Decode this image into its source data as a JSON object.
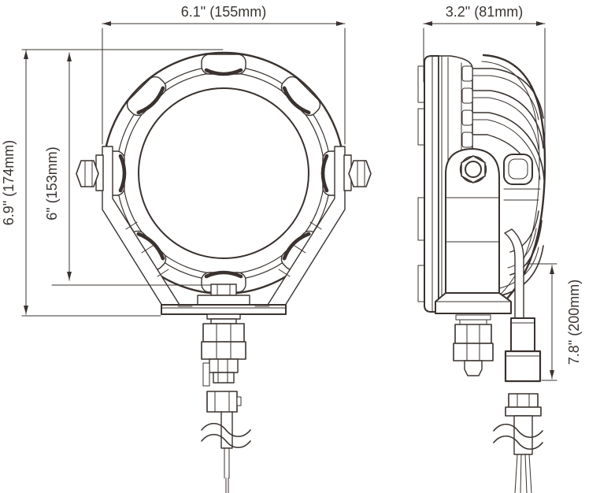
{
  "drawing": {
    "description": "Two-view technical dimension drawing of a round LED driving light with U-shaped mounting bracket, mounting stud with hex nuts, and wiring pigtail with connector",
    "background_color": "#ffffff",
    "line_color": "#3a322e",
    "text_color": "#3a3430",
    "views": {
      "front": "front view",
      "side": "side view"
    },
    "dimensions": {
      "front_width": {
        "inches": "6.1\"",
        "millimeters": "155mm",
        "label": "6.1\" (155mm)"
      },
      "front_overall_height": {
        "inches": "6.9\"",
        "millimeters": "174mm",
        "label": "6.9\" (174mm)"
      },
      "front_body_height": {
        "inches": "6\"",
        "millimeters": "153mm",
        "label": "6\" (153mm)"
      },
      "side_depth": {
        "inches": "3.2\"",
        "millimeters": "81mm",
        "label": "3.2\" (81mm)"
      },
      "side_cable_length": {
        "inches": "7.8\"",
        "millimeters": "200mm",
        "label": "7.8\" (200mm)"
      }
    }
  }
}
